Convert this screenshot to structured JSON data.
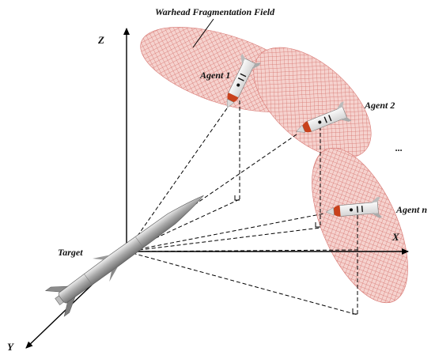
{
  "labels": {
    "field": "Warhead Fragmentation Field",
    "target": "Target",
    "agent1": "Agent 1",
    "agent2": "Agent 2",
    "agentn": "Agent n",
    "ellipsis": "...",
    "axis_z": "Z",
    "axis_x": "X",
    "axis_y": "Y"
  },
  "colors": {
    "field_fill": "#f3c4c0",
    "field_hatch": "#d97a74",
    "missile_nose": "#c8411c",
    "missile_body": "#e8e8e8",
    "target_body": "#b8b8b8",
    "axis": "#000000"
  },
  "icons": {
    "agent": "interceptor-missile-icon",
    "target": "target-missile-icon"
  }
}
